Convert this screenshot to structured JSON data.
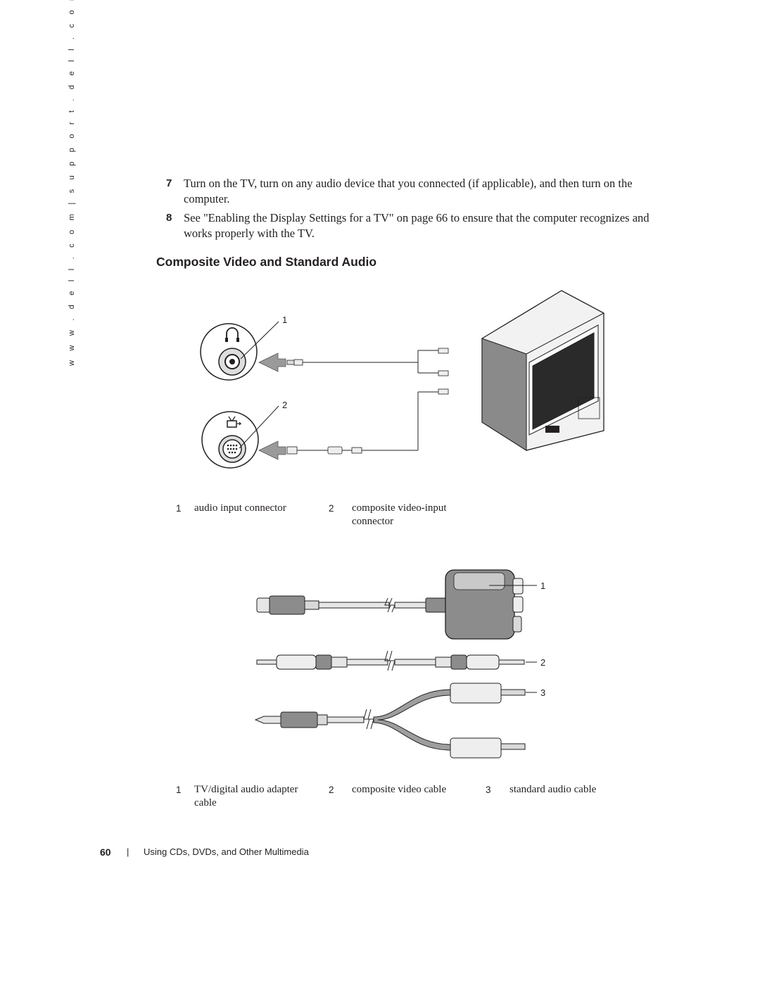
{
  "sidebar": {
    "url": "w w w . d e l l . c o m  |  s u p p o r t . d e l l . c o m"
  },
  "steps": [
    {
      "number": "7",
      "text": "Turn on the TV, turn on any audio device that you connected (if applicable), and then turn on the computer."
    },
    {
      "number": "8",
      "text": "See \"Enabling the Display Settings for a TV\" on page 66 to ensure that the computer recognizes and works properly with the TV."
    }
  ],
  "section_heading": "Composite Video and Standard Audio",
  "figure1": {
    "callouts": [
      "1",
      "2"
    ],
    "legend": [
      {
        "number": "1",
        "label": "audio input connector"
      },
      {
        "number": "2",
        "label": "composite video-input connector"
      }
    ]
  },
  "figure2": {
    "callouts": [
      "1",
      "2",
      "3"
    ],
    "legend": [
      {
        "number": "1",
        "label": "TV/digital audio adapter cable"
      },
      {
        "number": "2",
        "label": "composite video cable"
      },
      {
        "number": "3",
        "label": "standard audio cable"
      }
    ]
  },
  "footer": {
    "page_number": "60",
    "separator": "|",
    "chapter": "Using CDs, DVDs, and Other Multimedia"
  },
  "icons": [
    "headphone-icon",
    "tv-out-icon",
    "arrow-icon",
    "tv-icon",
    "s-video-plug-icon",
    "rca-plug-icon",
    "mini-plug-icon"
  ]
}
